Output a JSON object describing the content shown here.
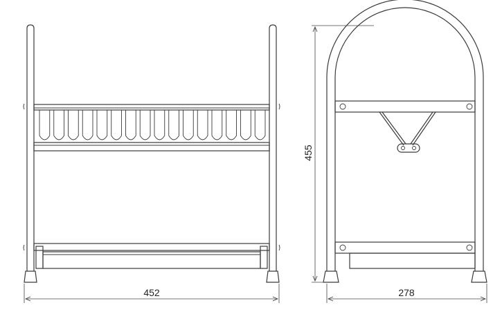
{
  "dimensions": {
    "front_width": "452",
    "side_depth": "278",
    "side_height": "455"
  }
}
